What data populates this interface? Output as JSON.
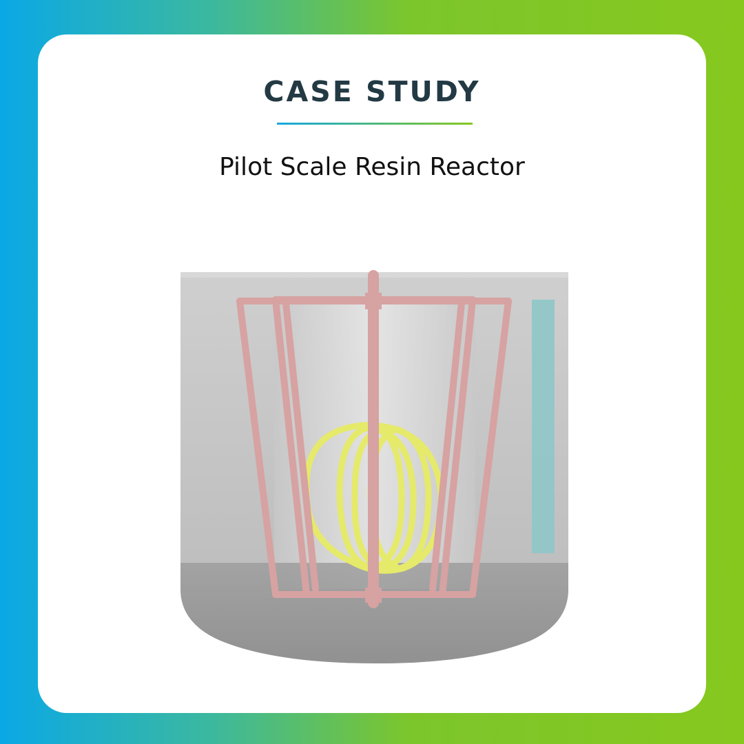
{
  "header": {
    "title": "CASE STUDY",
    "subtitle": "Pilot Scale Resin Reactor"
  },
  "colors": {
    "gradient_start": "#0aa8e6",
    "gradient_end": "#86c81e",
    "title_text": "#233a44",
    "vessel_gray": "#b4b4b4",
    "anchor_pink": "#d9a3a3",
    "coil_yellow": "#e6ec6a",
    "baffle_teal": "#8fc7c9"
  },
  "figure": {
    "icon": "reactor-illustration"
  }
}
